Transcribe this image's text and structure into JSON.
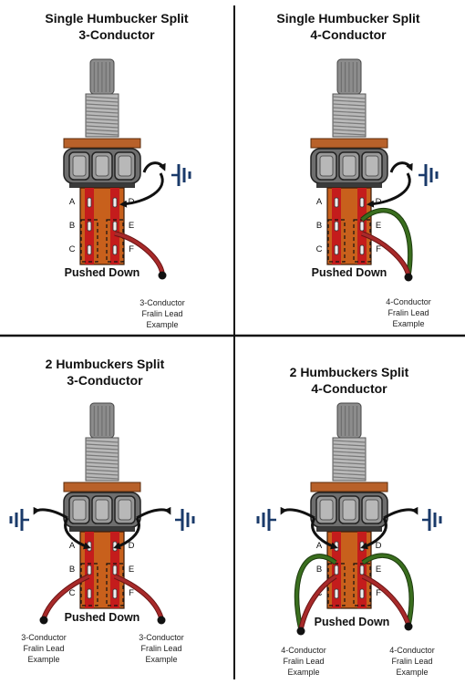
{
  "colors": {
    "background": "#ffffff",
    "divider": "#111111",
    "plate": "#b8612a",
    "switch_body": "#c8601c",
    "lug_strip": "#c41c1c",
    "shaft": "#8c8c8c",
    "thread": "#b9b9b9",
    "housing": "#6e6e6e",
    "wire_red": "#a82a2a",
    "wire_green": "#3a6e1e",
    "ground_symbol": "#1a3a6a"
  },
  "lug_labels": {
    "left": [
      "A",
      "B",
      "C"
    ],
    "right": [
      "D",
      "E",
      "F"
    ]
  },
  "panels": [
    {
      "title_line1": "Single Humbucker Split",
      "title_line2": "3-Conductor",
      "caption": "Pushed Down",
      "notes": [
        {
          "line1": "3-Conductor",
          "line2": "Fralin Lead",
          "line3": "Example"
        }
      ]
    },
    {
      "title_line1": "Single Humbucker Split",
      "title_line2": "4-Conductor",
      "caption": "Pushed Down",
      "notes": [
        {
          "line1": "4-Conductor",
          "line2": "Fralin Lead",
          "line3": "Example"
        }
      ]
    },
    {
      "title_line1": "2 Humbuckers Split",
      "title_line2": "3-Conductor",
      "caption": "Pushed Down",
      "notes": [
        {
          "line1": "3-Conductor",
          "line2": "Fralin Lead",
          "line3": "Example"
        },
        {
          "line1": "3-Conductor",
          "line2": "Fralin Lead",
          "line3": "Example"
        }
      ]
    },
    {
      "title_line1": "2 Humbuckers Split",
      "title_line2": "4-Conductor",
      "caption": "Pushed Down",
      "notes": [
        {
          "line1": "4-Conductor",
          "line2": "Fralin Lead",
          "line3": "Example"
        },
        {
          "line1": "4-Conductor",
          "line2": "Fralin Lead",
          "line3": "Example"
        }
      ]
    }
  ]
}
